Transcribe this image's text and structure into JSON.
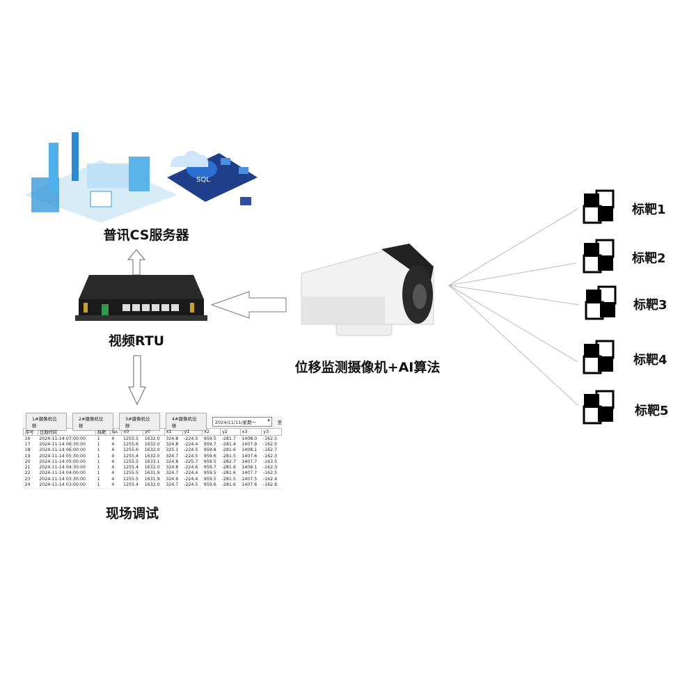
{
  "labels": {
    "server": "普讯CS服务器",
    "rtu": "视频RTU",
    "field": "现场调试",
    "camera": "位移监测摄像机+AI算法",
    "sql": "SQL"
  },
  "targets": [
    "标靶1",
    "标靶2",
    "标靶3",
    "标靶4",
    "标靶5"
  ],
  "table": {
    "buttons": [
      "1#摄像机位移",
      "2#摄像机位移",
      "3#摄像机位移",
      "4#摄像机位移"
    ],
    "date_select": "2024/11/11/星期一",
    "to_label": "至",
    "columns": [
      "序号",
      "日期时间",
      "标靶",
      "ipc",
      "x0",
      "y0",
      "x1",
      "y1",
      "x2",
      "y2",
      "x3",
      "y3"
    ],
    "rows": [
      [
        "16",
        "2024-11-14 07:00:00",
        "1",
        "4",
        "1255.5",
        "1632.0",
        "324.8",
        "-224.5",
        "959.5",
        "-281.7",
        "1408.0",
        "-162.5"
      ],
      [
        "17",
        "2024-11-14 06:30:00",
        "1",
        "4",
        "1255.6",
        "1632.0",
        "324.8",
        "-224.4",
        "959.7",
        "-281.4",
        "1407.9",
        "-162.5"
      ],
      [
        "18",
        "2024-11-14 06:00:00",
        "1",
        "4",
        "1255.6",
        "1632.0",
        "325.1",
        "-224.5",
        "959.8",
        "-281.6",
        "1408.1",
        "-162.7"
      ],
      [
        "19",
        "2024-11-14 05:30:00",
        "1",
        "4",
        "1255.4",
        "1632.0",
        "324.7",
        "-224.5",
        "959.6",
        "-281.5",
        "1407.6",
        "-162.3"
      ],
      [
        "20",
        "2024-11-14 05:00:00",
        "1",
        "4",
        "1255.5",
        "1633.1",
        "324.8",
        "-225.7",
        "959.5",
        "-282.7",
        "1407.7",
        "-163.5"
      ],
      [
        "21",
        "2024-11-14 04:30:00",
        "1",
        "4",
        "1255.4",
        "1632.0",
        "324.8",
        "-224.6",
        "959.7",
        "-281.6",
        "1408.1",
        "-162.3"
      ],
      [
        "22",
        "2024-11-14 04:00:00",
        "1",
        "4",
        "1255.5",
        "1631.9",
        "324.7",
        "-224.4",
        "959.5",
        "-281.6",
        "1407.7",
        "-162.5"
      ],
      [
        "23",
        "2024-11-14 03:30:00",
        "1",
        "4",
        "1255.5",
        "1631.9",
        "324.6",
        "-224.4",
        "959.5",
        "-281.5",
        "1407.5",
        "-162.4"
      ],
      [
        "24",
        "2024-11-14 03:00:00",
        "1",
        "4",
        "1255.4",
        "1632.0",
        "324.7",
        "-224.5",
        "959.6",
        "-281.6",
        "1407.6",
        "-162.8"
      ]
    ]
  }
}
